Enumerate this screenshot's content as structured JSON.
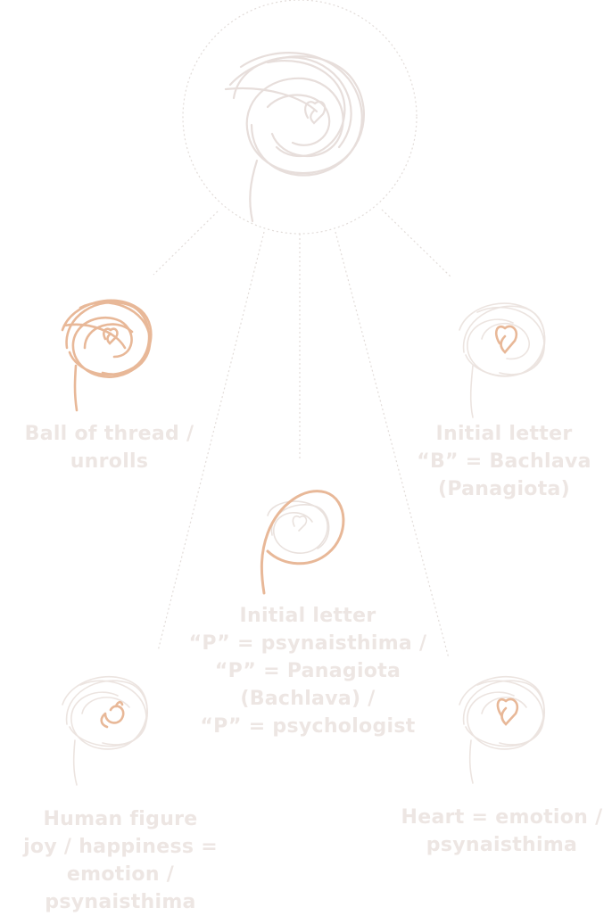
{
  "colors": {
    "accent": "#e8b898",
    "faint_stroke": "#e7dedb",
    "label_text": "#ede6e3",
    "dotted_line": "#e2dcd9"
  },
  "icons": {
    "center": "thread-ball-logo-icon",
    "ball": "thread-ball-icon",
    "letter_b": "letter-b-heart-icon",
    "letter_p": "letter-p-icon",
    "human": "human-figure-icon",
    "heart": "heart-icon"
  },
  "labels": {
    "ball_of_thread": [
      "Ball of thread /",
      "unrolls"
    ],
    "initial_b": [
      "Initial letter",
      "“B” =  Bachlava",
      "(Panagiota)"
    ],
    "initial_p": [
      "Initial letter",
      "“P” =  psynaisthima /",
      "“P” =  Panagiota",
      "(Bachlava) /",
      "“P” =  psychologist"
    ],
    "human_figure": [
      "Human figure",
      "joy / happiness =",
      "emotion /",
      "psynaisthima"
    ],
    "heart": [
      "Heart = emotion /",
      "psynaisthima"
    ]
  }
}
